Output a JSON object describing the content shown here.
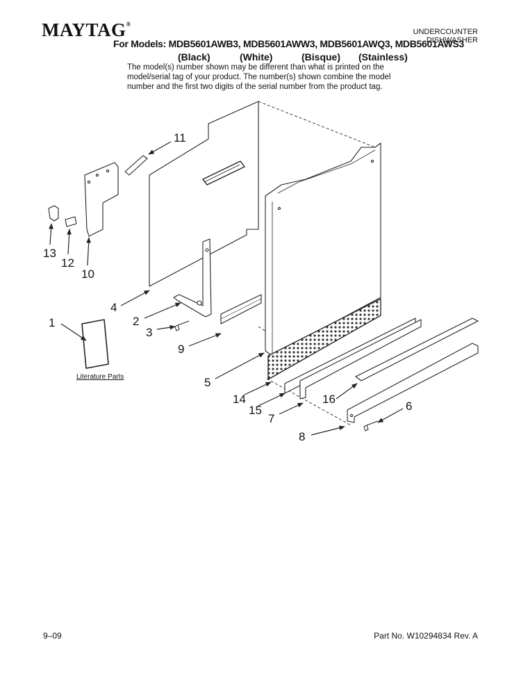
{
  "header": {
    "brand": "MAYTAG",
    "brand_mark": "®",
    "category_line1": "UNDERCOUNTER",
    "category_line2": "DISHWASHER",
    "models": "For Models: MDB5601AWB3, MDB5601AWW3, MDB5601AWQ3, MDB5601AWS3",
    "colors": [
      "(Black)",
      "(White)",
      "(Bisque)",
      "(Stainless)"
    ],
    "note_line1": "The model(s) number shown may be different than what is printed on the",
    "note_line2": "model/serial tag of your product. The number(s) shown combine the model",
    "note_line3": "number and the first two digits of the serial number from the product tag."
  },
  "diagram": {
    "callouts": [
      "1",
      "2",
      "3",
      "4",
      "5",
      "6",
      "7",
      "8",
      "9",
      "10",
      "11",
      "12",
      "13",
      "14",
      "15",
      "16"
    ],
    "literature_label": "Literature Parts"
  },
  "footer": {
    "date": "9–09",
    "part_no": "Part No. W10294834 Rev. A"
  },
  "colors": {
    "line": "#222222",
    "pattern": "#333333"
  }
}
